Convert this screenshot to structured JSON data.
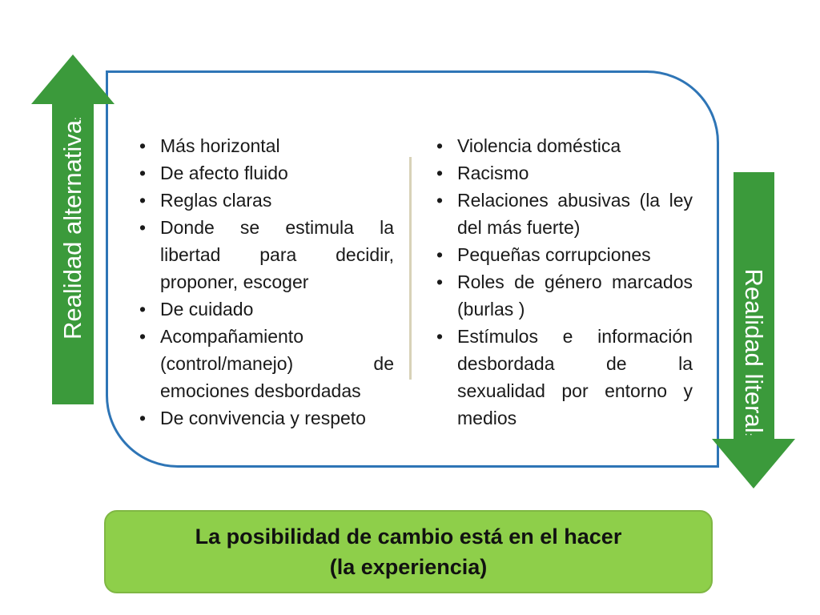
{
  "left_arrow": {
    "label": "Realidad alternativa",
    "suffix": ":"
  },
  "right_arrow": {
    "label": "Realidad literal",
    "suffix": ":"
  },
  "left_list": [
    "Más horizontal",
    "De afecto fluido",
    "Reglas claras",
    "Donde se estimula la libertad para decidir, proponer, escoger",
    "De cuidado",
    "Acompañamiento (control/manejo) de emociones desbordadas",
    "De convivencia y respeto"
  ],
  "right_list": [
    "Violencia doméstica",
    "Racismo",
    "Relaciones abusivas (la ley del más fuerte)",
    "Pequeñas corrupciones",
    "Roles de género marcados (burlas )",
    "Estímulos e información desbordada de la sexualidad por entorno y medios"
  ],
  "banner": {
    "line1": "La posibilidad de cambio está en el hacer",
    "line2": "(la experiencia)"
  },
  "colors": {
    "frame_border": "#2e75b6",
    "arrow_fill": "#3b9a3b",
    "banner_fill": "#8ecf4a"
  }
}
